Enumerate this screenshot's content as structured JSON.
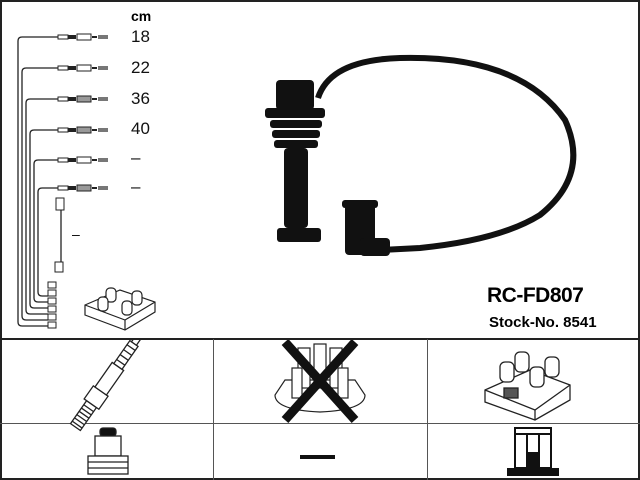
{
  "product": {
    "code": "RC-FD807",
    "stock_number": "Stock-No. 8541"
  },
  "cable_lengths": {
    "unit": "cm",
    "items": [
      "18",
      "22",
      "36",
      "40",
      "–",
      "–"
    ],
    "extra_cable": "–"
  },
  "compatibility": {
    "spark_plug": "spark-plug-icon",
    "distributor_cap": "distributor-cap-excluded-icon",
    "ignition_coil": "ignition-coil-icon",
    "plug_terminal": "plug-terminal-icon",
    "distributor_terminal": "–",
    "coil_terminal": "coil-terminal-icon"
  }
}
